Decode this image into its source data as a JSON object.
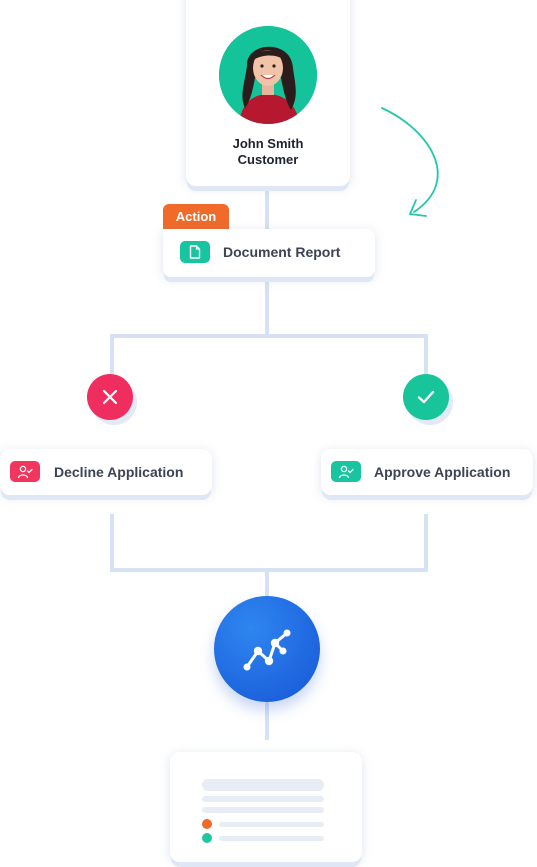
{
  "customer": {
    "name": "John Smith",
    "role": "Customer"
  },
  "action": {
    "badge": "Action",
    "label": "Document Report"
  },
  "decline": {
    "label": "Decline Application"
  },
  "approve": {
    "label": "Approve Application"
  },
  "colors": {
    "accent_orange": "#f06a2a",
    "accent_green": "#1fc7a0",
    "accent_red": "#ef2e5f",
    "accent_blue": "#1f6fe0",
    "connector": "#d6e1f4"
  },
  "icons": {
    "avatar": "person-photo",
    "document": "document-icon",
    "decline_user": "user-check-icon",
    "approve_user": "user-check-icon",
    "decline_status": "close-icon",
    "approve_status": "check-icon",
    "workflow": "workflow-nodes-icon"
  }
}
